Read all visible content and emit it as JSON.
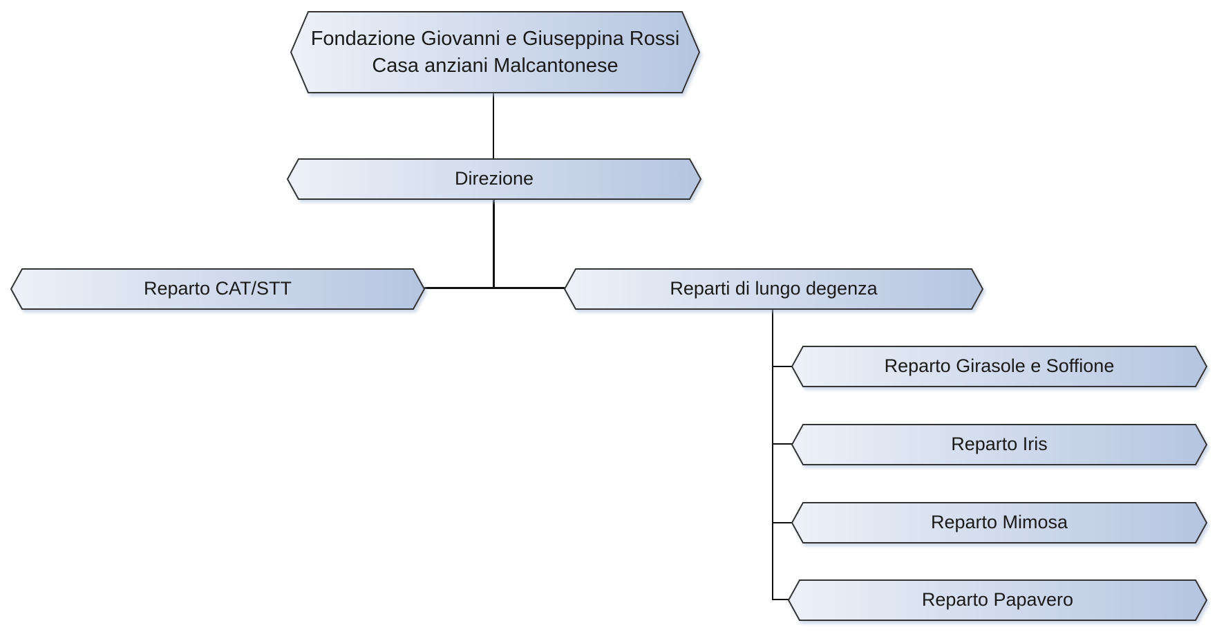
{
  "diagram": {
    "type": "org-chart",
    "nodes": {
      "foundation": {
        "line1": "Fondazione Giovanni e Giuseppina Rossi",
        "line2": "Casa anziani Malcantonese"
      },
      "direzione": {
        "label": "Direzione"
      },
      "cat_stt": {
        "label": "Reparto CAT/STT"
      },
      "lungo_degenza": {
        "label": "Reparti di lungo degenza"
      },
      "children": [
        {
          "label": "Reparto Girasole e Soffione"
        },
        {
          "label": "Reparto Iris"
        },
        {
          "label": "Reparto Mimosa"
        },
        {
          "label": "Reparto Papavero"
        }
      ]
    }
  },
  "colors": {
    "fill_light": "#edf1f8",
    "fill_dark": "#b5c5e0",
    "border": "#333333",
    "line": "#111111",
    "text": "#1a1a1a",
    "background": "#ffffff"
  }
}
